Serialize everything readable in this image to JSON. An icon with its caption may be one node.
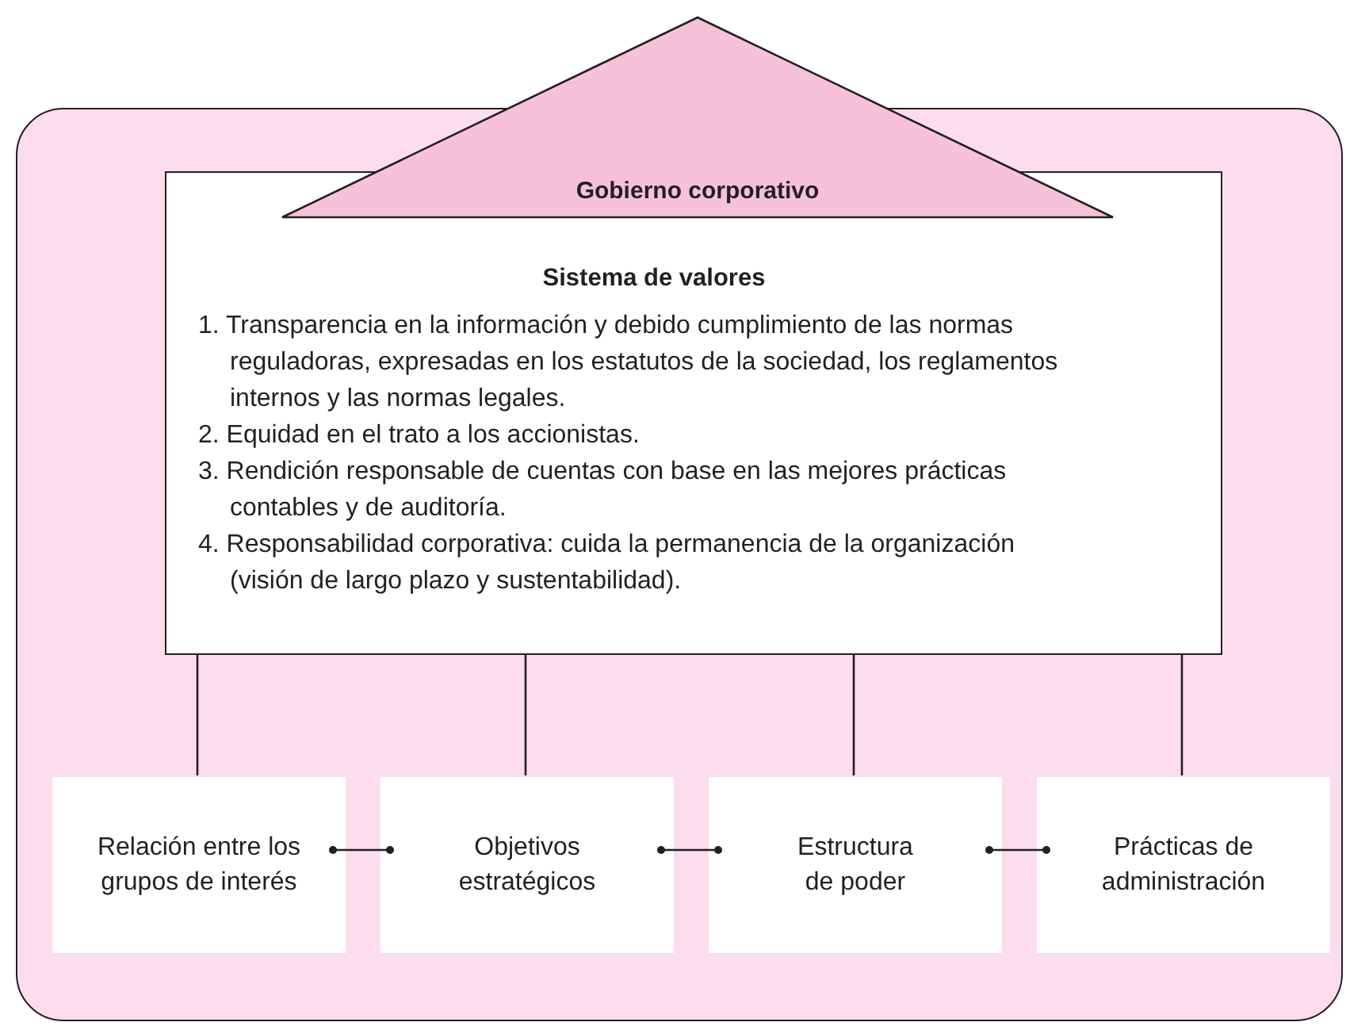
{
  "diagram": {
    "nodes": [
      {
        "text": [],
        "shape": "box"
      },
      {
        "text": [
          "Gobierno corporativo"
        ]
      },
      {
        "text": [
          "Sistema de valores",
          "1. Transparencia en la información y debido cumplimiento de las normas reguladoras, expresadas en los estatutos de la sociedad, los reglamentos internos y las normas legales.",
          "2. Equidad en el trato a los accionistas.",
          "3. Rendición responsable de cuentas con base en las mejores prácticas contables y de auditoría.",
          "4. Responsabilidad corporativa: cuida la permanencia de la organización (visión de largo plazo y sustentabilidad)."
        ],
        "in": 0
      },
      {
        "text": [
          "Relación entre los grupos de interés"
        ],
        "in": 0
      },
      {
        "text": [
          "Objetivos estratégicos"
        ],
        "in": 0
      },
      {
        "text": [
          "Estructura de poder"
        ],
        "in": 0
      },
      {
        "text": [
          "Prácticas de administración"
        ],
        "in": 0
      }
    ],
    "edges": [
      {
        "from": 2,
        "to": 3,
        "arrow": "none"
      },
      {
        "from": 2,
        "to": 4,
        "arrow": "none"
      },
      {
        "from": 2,
        "to": 5,
        "arrow": "none"
      },
      {
        "from": 2,
        "to": 6,
        "arrow": "none"
      },
      {
        "from": 3,
        "to": 4,
        "arrow": "other"
      },
      {
        "from": 4,
        "to": 5,
        "arrow": "other"
      },
      {
        "from": 5,
        "to": 6,
        "arrow": "other"
      }
    ]
  }
}
